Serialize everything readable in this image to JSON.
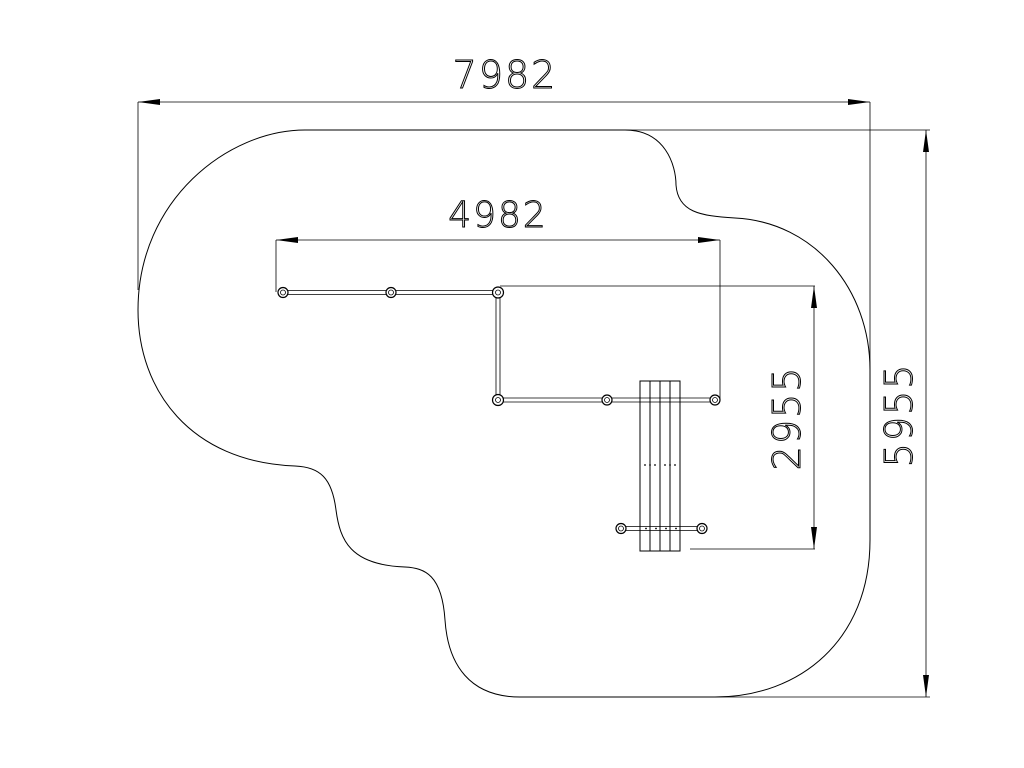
{
  "dimensions": {
    "overall_width": "7982",
    "inner_width": "4982",
    "inner_depth": "2955",
    "overall_depth": "5955"
  }
}
